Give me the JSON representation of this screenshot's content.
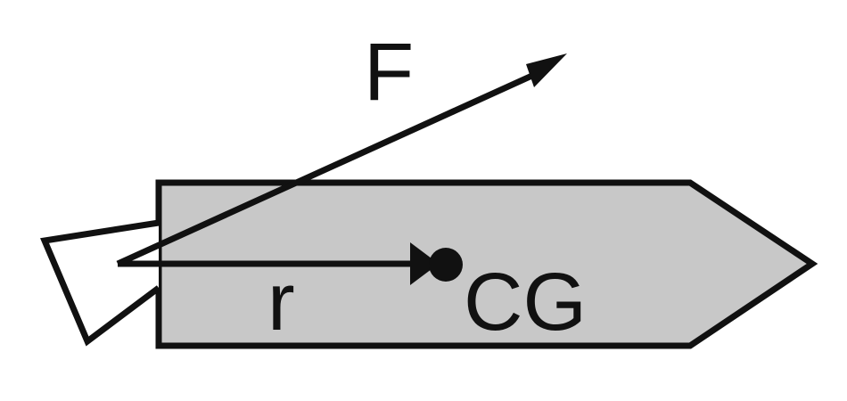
{
  "labels": {
    "force": "F",
    "radius": "r",
    "center_of_gravity": "CG"
  },
  "colors": {
    "body_fill": "#c8c8c8",
    "stroke": "#111111",
    "fin_fill": "#ffffff",
    "background": "#ffffff"
  }
}
